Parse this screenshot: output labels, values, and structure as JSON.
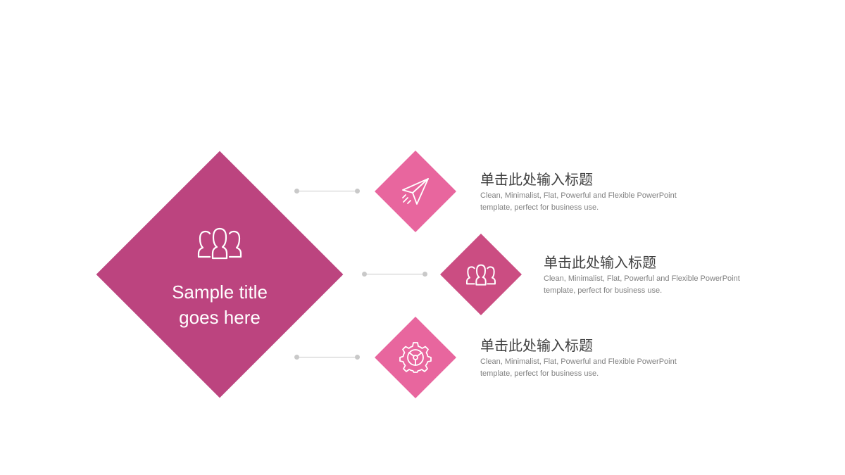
{
  "colors": {
    "main_diamond": "#bc447f",
    "accent_pink": "#e8669e",
    "accent_rose": "#cb4d82",
    "connector": "#c9c9c9",
    "title_text": "#404040",
    "body_text": "#808080"
  },
  "main": {
    "title_line1": "Sample title",
    "title_line2": "goes here",
    "icon": "users-icon"
  },
  "items": [
    {
      "title": "单击此处输入标题",
      "desc_line1": "Clean, Minimalist, Flat, Powerful and Flexible PowerPoint",
      "desc_line2": "template, perfect for business use.",
      "icon": "paper-plane-icon"
    },
    {
      "title": "单击此处输入标题",
      "desc_line1": "Clean, Minimalist, Flat, Powerful and Flexible PowerPoint",
      "desc_line2": "template, perfect for business use.",
      "icon": "users-icon"
    },
    {
      "title": "单击此处输入标题",
      "desc_line1": "Clean, Minimalist, Flat, Powerful and Flexible PowerPoint",
      "desc_line2": "template, perfect for business use.",
      "icon": "gear-icon"
    }
  ]
}
